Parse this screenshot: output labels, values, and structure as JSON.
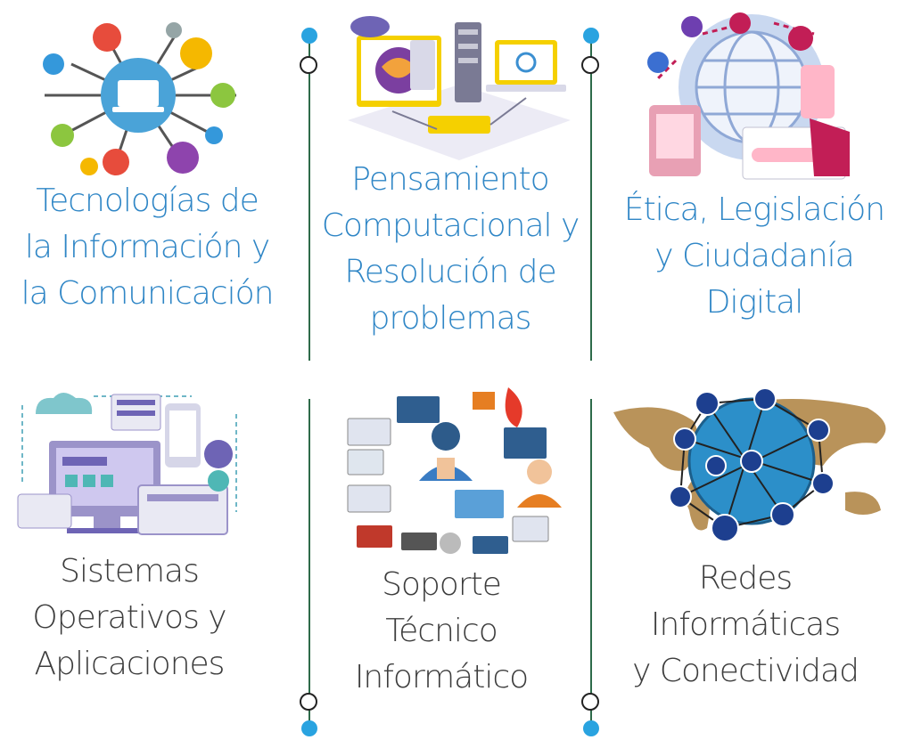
{
  "colors": {
    "title_top": "#2f86c6",
    "title_bottom": "#3d3d3d",
    "divider": "#2e6b4a",
    "dot": "#29a3e0"
  },
  "cards": [
    {
      "lines": [
        "Tecnologías de",
        "la Información y",
        "la Comunicación"
      ],
      "icon": "ict-network-icon"
    },
    {
      "lines": [
        "Pensamiento",
        "Computacional y",
        "Resolución de",
        "problemas"
      ],
      "icon": "computational-thinking-icon"
    },
    {
      "lines": [
        "Ética, Legislación",
        "y Ciudadanía",
        "Digital"
      ],
      "icon": "digital-citizenship-icon"
    },
    {
      "lines": [
        "Sistemas",
        "Operativos y",
        "Aplicaciones"
      ],
      "icon": "operating-systems-icon"
    },
    {
      "lines": [
        "Soporte",
        "Técnico",
        "Informático"
      ],
      "icon": "tech-support-icon"
    },
    {
      "lines": [
        "Redes",
        "Informáticas",
        "y Conectividad"
      ],
      "icon": "world-network-icon"
    }
  ]
}
